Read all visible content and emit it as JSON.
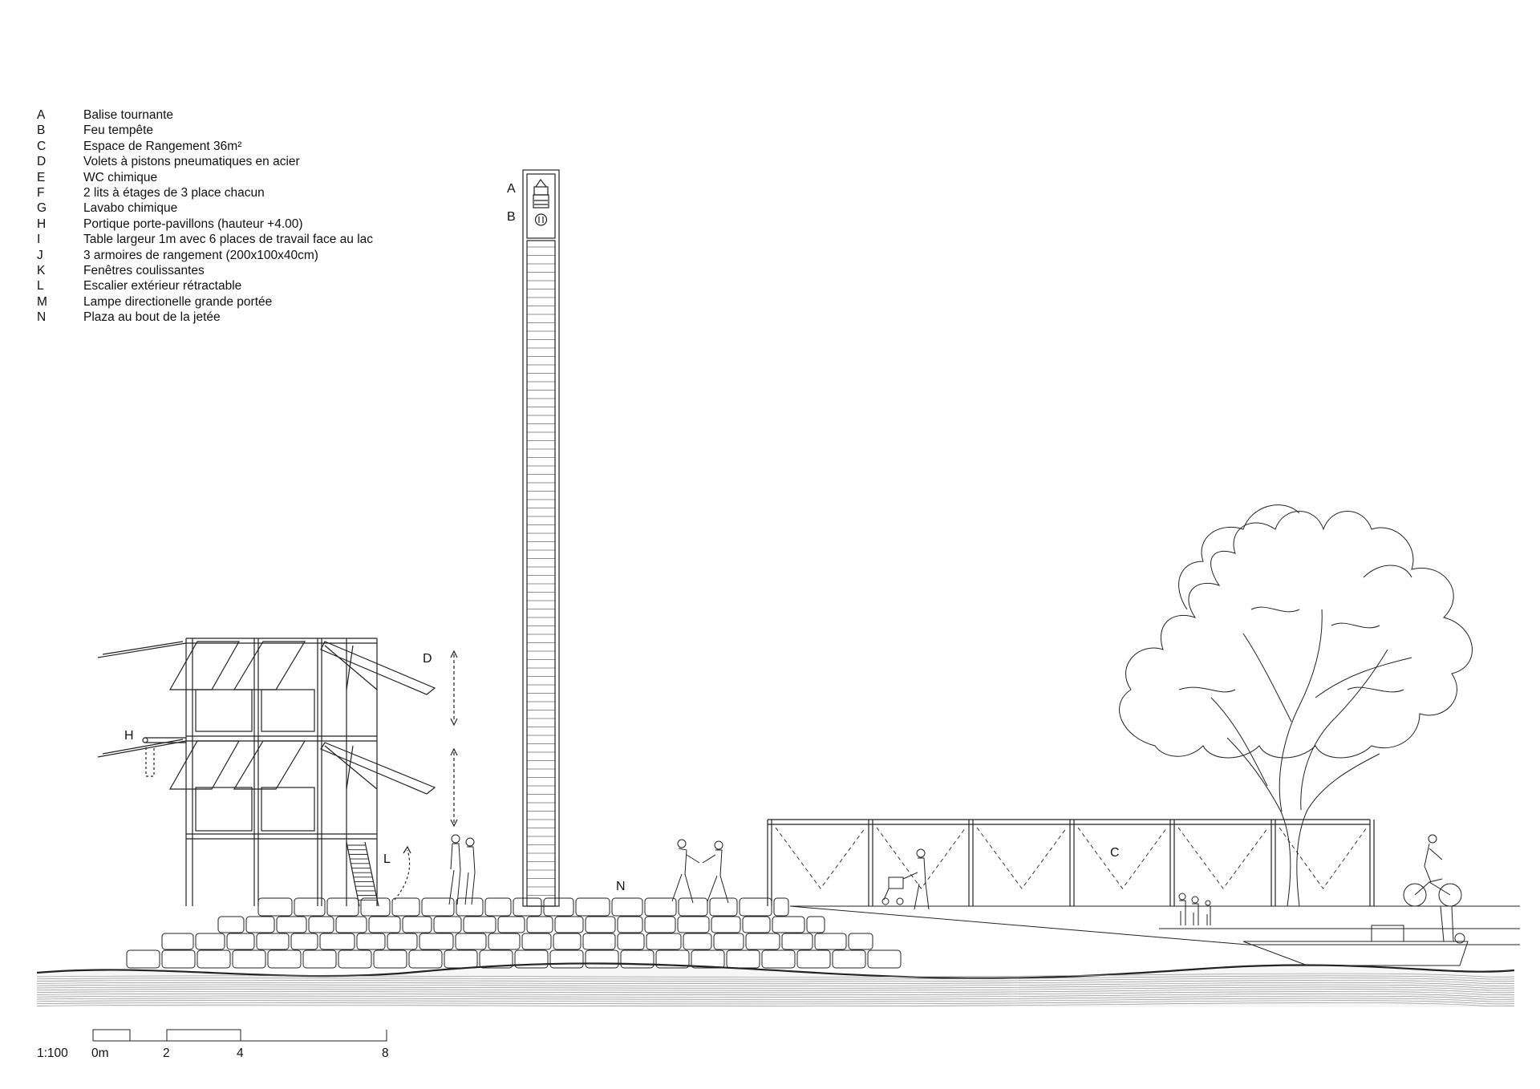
{
  "legend": [
    {
      "key": "A",
      "label": "Balise tournante"
    },
    {
      "key": "B",
      "label": "Feu tempête"
    },
    {
      "key": "C",
      "label": "Espace de Rangement 36m²"
    },
    {
      "key": "D",
      "label": "Volets à pistons pneumatiques en acier"
    },
    {
      "key": "E",
      "label": "WC chimique"
    },
    {
      "key": "F",
      "label": "2 lits à étages de 3 place chacun"
    },
    {
      "key": "G",
      "label": "Lavabo chimique"
    },
    {
      "key": "H",
      "label": "Portique porte-pavillons (hauteur +4.00)"
    },
    {
      "key": "I",
      "label": "Table largeur 1m avec 6 places de travail face au lac"
    },
    {
      "key": "J",
      "label": "3 armoires de rangement (200x100x40cm)"
    },
    {
      "key": "K",
      "label": "Fenêtres coulissantes"
    },
    {
      "key": "L",
      "label": "Escalier extérieur rétractable"
    },
    {
      "key": "M",
      "label": "Lampe directionelle grande portée"
    },
    {
      "key": "N",
      "label": "Plaza au bout de la jetée"
    }
  ],
  "callouts": {
    "A": "A",
    "B": "B",
    "C": "C",
    "D": "D",
    "H": "H",
    "L": "L",
    "N": "N"
  },
  "scale": {
    "ratio": "1:100",
    "ticks": [
      "0m",
      "2",
      "4",
      "8"
    ]
  },
  "colors": {
    "line": "#222222",
    "light": "#888888",
    "water": "#f4f4f4"
  }
}
